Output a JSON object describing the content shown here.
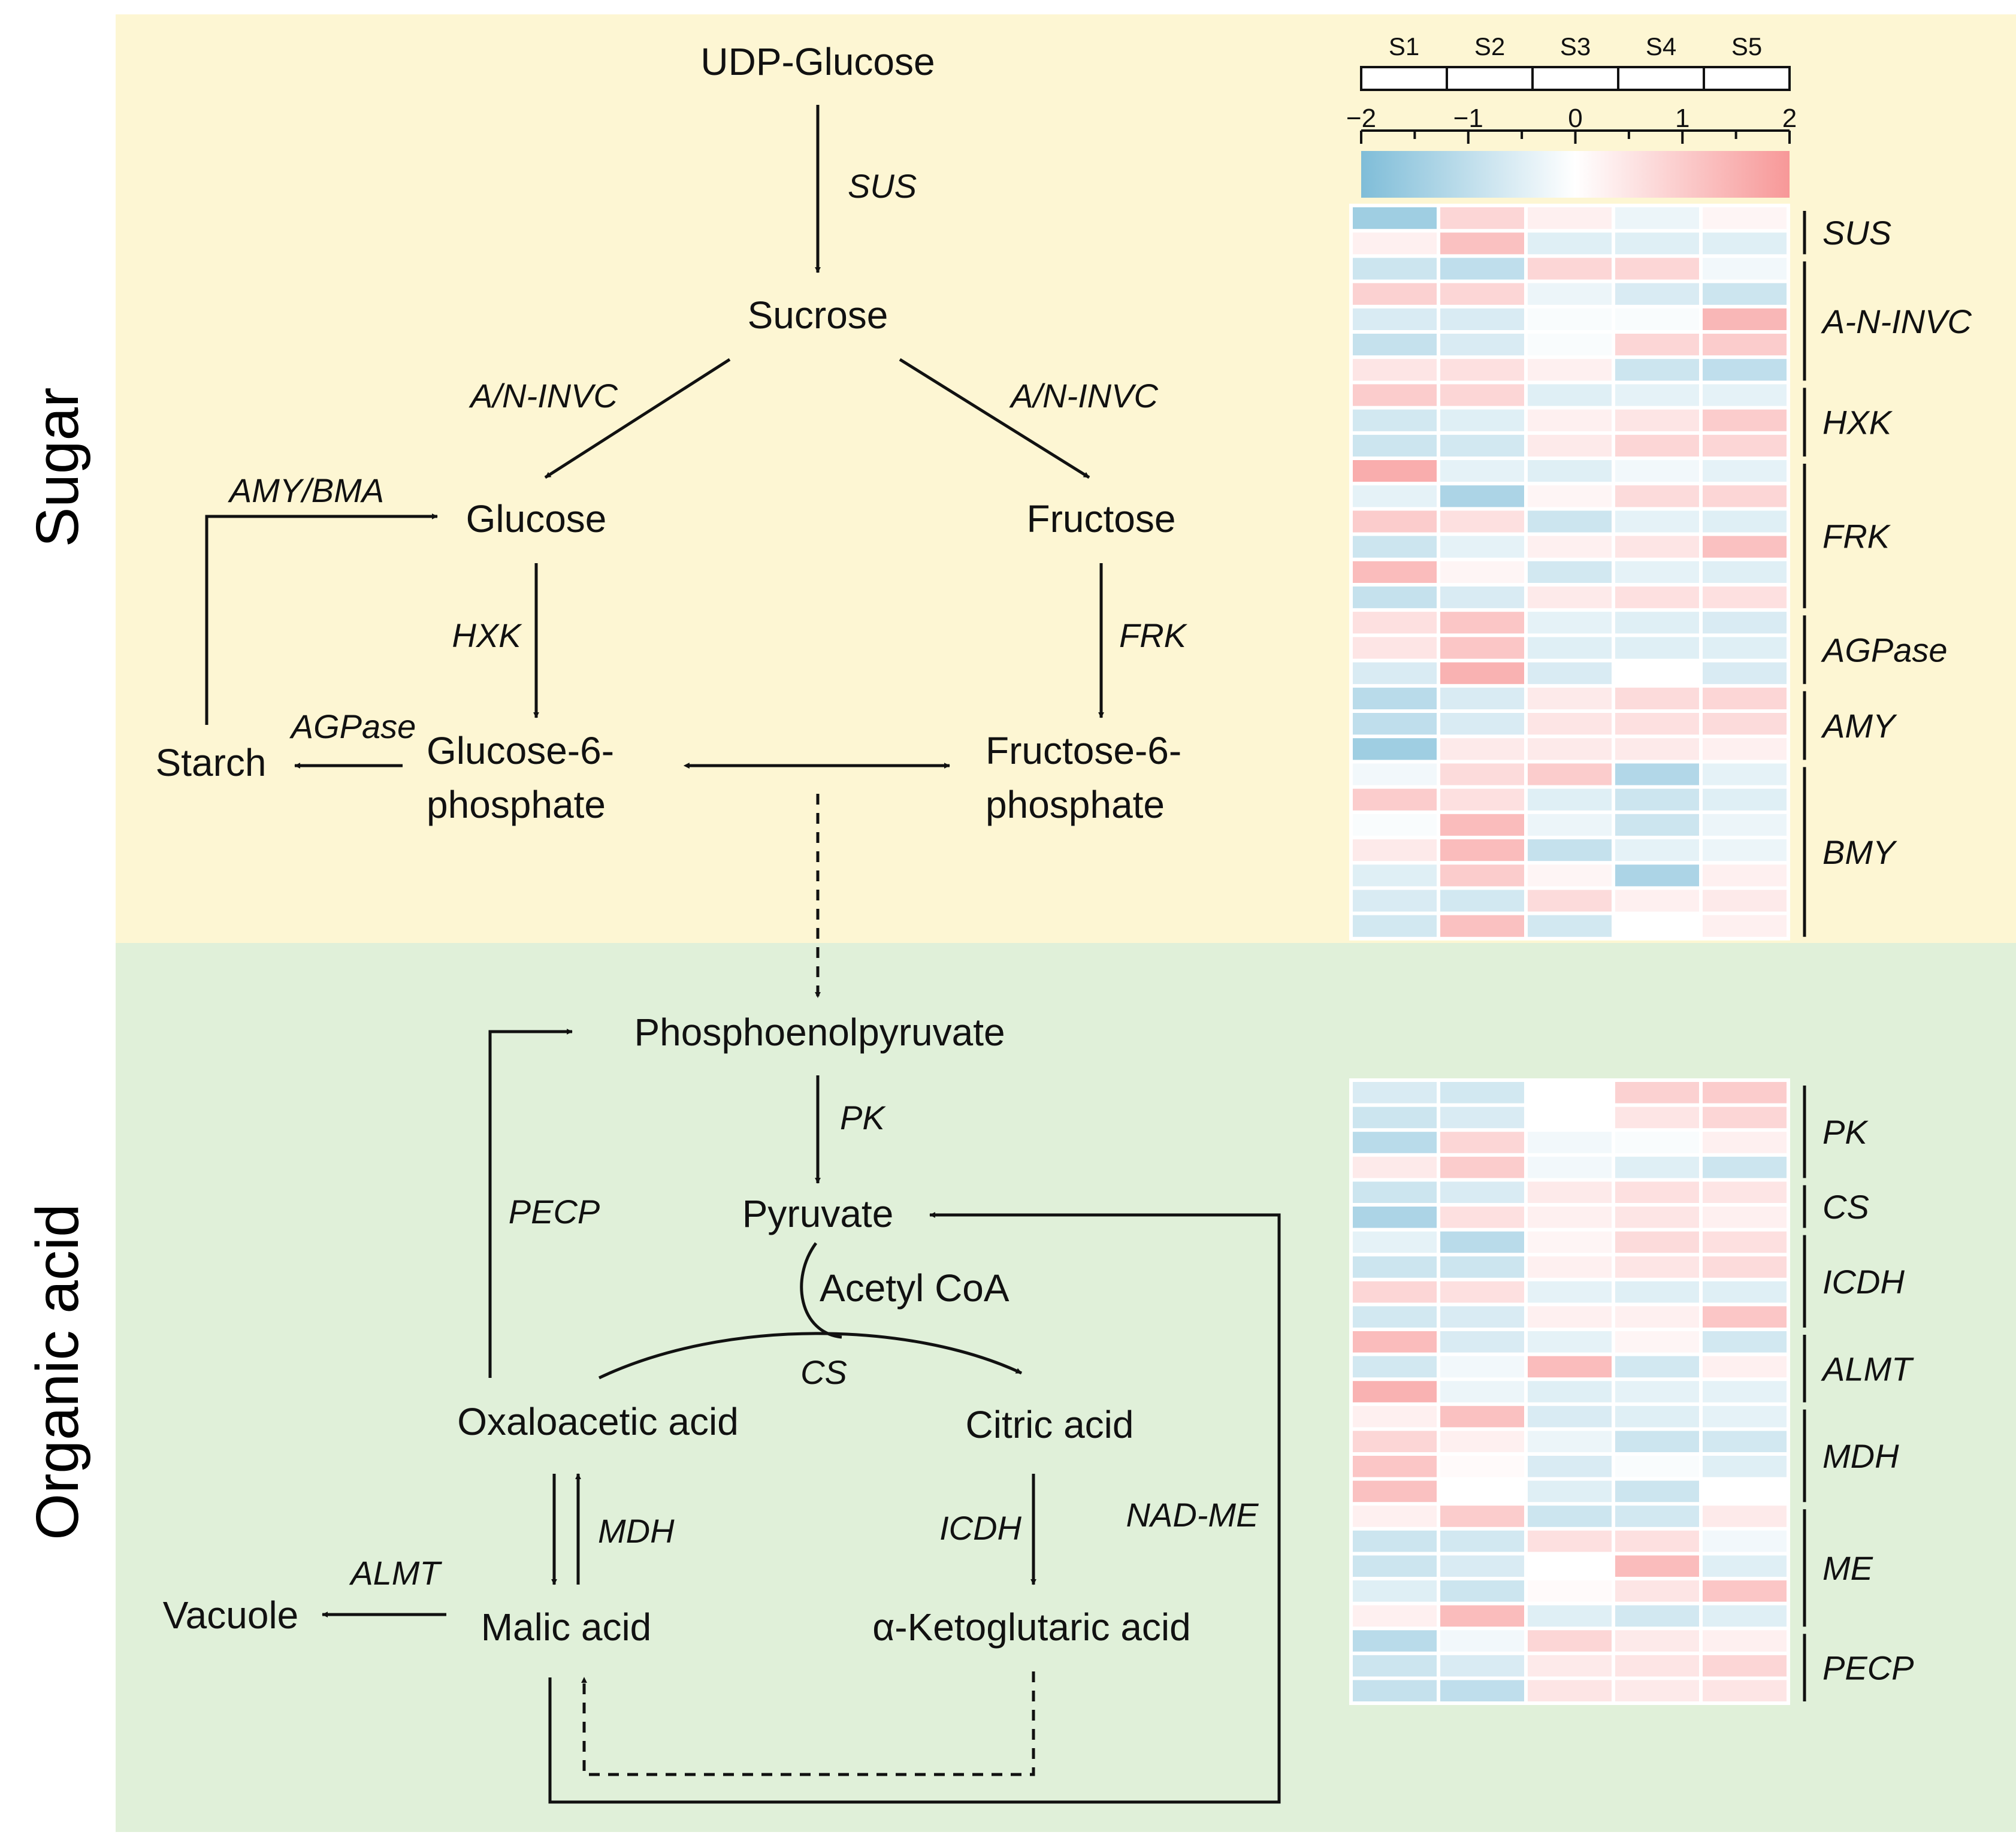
{
  "sections": {
    "sugar": "Sugar",
    "organic": "Organic acid"
  },
  "colors": {
    "sugar_bg": "#fdf6d3",
    "organic_bg": "#e0f0d9",
    "low": "#7fbdd8",
    "mid": "#ffffff",
    "high": "#f79898"
  },
  "nodes": {
    "udp_glucose": "UDP-Glucose",
    "sucrose": "Sucrose",
    "glucose": "Glucose",
    "fructose": "Fructose",
    "starch": "Starch",
    "g6p_1": "Glucose-6-",
    "g6p_2": "phosphate",
    "f6p_1": "Fructose-6-",
    "f6p_2": "phosphate",
    "pep": "Phosphoenolpyruvate",
    "pyruvate": "Pyruvate",
    "acetyl_coa": "Acetyl CoA",
    "oaa": "Oxaloacetic acid",
    "citric": "Citric acid",
    "malic": "Malic acid",
    "vacuole": "Vacuole",
    "akg": "α-Ketoglutaric acid"
  },
  "enzymes": {
    "sus": "SUS",
    "invc_left": "A/N-INVC",
    "invc_right": "A/N-INVC",
    "amy_bma": "AMY/BMA",
    "hxk": "HXK",
    "frk": "FRK",
    "agpase": "AGPase",
    "pk": "PK",
    "pecp": "PECP",
    "cs": "CS",
    "mdh": "MDH",
    "icdh": "ICDH",
    "nad_me": "NAD-ME",
    "almt": "ALMT"
  },
  "heatmap": {
    "samples": [
      "S1",
      "S2",
      "S3",
      "S4",
      "S5"
    ],
    "scale_ticks": [
      "−2",
      "−1",
      "0",
      "1",
      "2"
    ],
    "scale_range": [
      -2,
      2
    ],
    "sugar": {
      "rows": [
        [
          -1.5,
          0.8,
          0.3,
          -0.3,
          0.2
        ],
        [
          0.3,
          1.2,
          -0.5,
          -0.5,
          -0.5
        ],
        [
          -0.8,
          -1.0,
          0.8,
          0.8,
          -0.2
        ],
        [
          0.9,
          0.8,
          -0.3,
          -0.6,
          -0.8
        ],
        [
          -0.6,
          -0.6,
          -0.1,
          -0.1,
          1.4
        ],
        [
          -0.9,
          -0.6,
          -0.1,
          0.8,
          1.0
        ],
        [
          0.5,
          0.6,
          0.3,
          -0.8,
          -1.0
        ],
        [
          1.0,
          0.8,
          -0.5,
          -0.4,
          -0.4
        ],
        [
          -0.7,
          -0.5,
          0.3,
          0.5,
          1.0
        ],
        [
          -0.8,
          -0.7,
          0.4,
          0.8,
          0.8
        ],
        [
          1.6,
          -0.4,
          -0.5,
          -0.2,
          -0.4
        ],
        [
          -0.4,
          -1.3,
          0.2,
          0.7,
          0.8
        ],
        [
          1.0,
          0.6,
          -0.8,
          -0.4,
          -0.5
        ],
        [
          -0.8,
          -0.4,
          0.3,
          0.5,
          1.2
        ],
        [
          1.3,
          0.2,
          -0.7,
          -0.4,
          -0.5
        ],
        [
          -0.9,
          -0.6,
          0.4,
          0.6,
          0.6
        ],
        [
          0.6,
          1.1,
          -0.4,
          -0.5,
          -0.6
        ],
        [
          0.5,
          1.1,
          -0.5,
          -0.5,
          -0.5
        ],
        [
          -0.6,
          1.5,
          -0.6,
          0.0,
          -0.6
        ],
        [
          -1.1,
          -0.6,
          0.4,
          0.7,
          0.8
        ],
        [
          -1.0,
          -0.6,
          0.5,
          0.6,
          0.7
        ],
        [
          -1.5,
          0.4,
          0.4,
          0.4,
          0.3
        ],
        [
          -0.2,
          0.7,
          1.0,
          -1.2,
          -0.4
        ],
        [
          1.0,
          0.6,
          -0.5,
          -0.8,
          -0.5
        ],
        [
          -0.1,
          1.3,
          -0.3,
          -0.8,
          -0.3
        ],
        [
          0.4,
          1.3,
          -0.9,
          -0.4,
          -0.3
        ],
        [
          -0.5,
          1.0,
          0.2,
          -1.3,
          0.3
        ],
        [
          -0.6,
          -0.7,
          0.7,
          0.3,
          0.4
        ],
        [
          -0.7,
          1.2,
          -0.7,
          0.0,
          0.3
        ]
      ],
      "groups": [
        {
          "label": "SUS",
          "start": 0,
          "count": 2
        },
        {
          "label": "A-N-INVC",
          "start": 2,
          "count": 5
        },
        {
          "label": "HXK",
          "start": 7,
          "count": 3
        },
        {
          "label": "FRK",
          "start": 10,
          "count": 6
        },
        {
          "label": "AGPase",
          "start": 16,
          "count": 3
        },
        {
          "label": "AMY",
          "start": 19,
          "count": 3
        },
        {
          "label": "BMY",
          "start": 22,
          "count": 7
        }
      ]
    },
    "organic": {
      "rows": [
        [
          -0.6,
          -0.7,
          0.0,
          0.9,
          1.0
        ],
        [
          -0.8,
          -0.6,
          0.0,
          0.5,
          0.8
        ],
        [
          -1.1,
          0.8,
          -0.2,
          -0.1,
          0.3
        ],
        [
          0.4,
          1.0,
          -0.2,
          -0.5,
          -0.8
        ],
        [
          -0.8,
          -0.6,
          0.4,
          0.6,
          0.5
        ],
        [
          -1.3,
          0.6,
          0.3,
          0.5,
          0.3
        ],
        [
          -0.4,
          -1.1,
          0.2,
          0.7,
          0.6
        ],
        [
          -0.8,
          -0.8,
          0.3,
          0.5,
          0.7
        ],
        [
          0.8,
          0.6,
          -0.4,
          -0.5,
          -0.5
        ],
        [
          -0.7,
          -0.6,
          0.3,
          0.3,
          1.1
        ],
        [
          1.3,
          -0.6,
          -0.4,
          0.2,
          -0.7
        ],
        [
          -0.7,
          -0.2,
          1.3,
          -0.7,
          0.3
        ],
        [
          1.5,
          -0.3,
          -0.5,
          -0.4,
          -0.4
        ],
        [
          0.3,
          1.2,
          -0.6,
          -0.5,
          -0.4
        ],
        [
          0.8,
          0.3,
          -0.3,
          -0.8,
          -0.7
        ],
        [
          1.1,
          0.1,
          -0.6,
          -0.1,
          -0.5
        ],
        [
          1.2,
          0.0,
          -0.5,
          -0.8,
          0.0
        ],
        [
          0.3,
          1.0,
          -0.8,
          -0.7,
          0.4
        ],
        [
          -0.8,
          -0.7,
          0.6,
          0.6,
          -0.2
        ],
        [
          -0.8,
          -0.6,
          0.0,
          1.3,
          -0.5
        ],
        [
          -0.5,
          -0.8,
          0.1,
          0.5,
          1.1
        ],
        [
          0.3,
          1.3,
          -0.5,
          -0.7,
          -0.5
        ],
        [
          -1.1,
          -0.2,
          0.8,
          0.4,
          0.3
        ],
        [
          -0.8,
          -0.6,
          0.4,
          0.5,
          0.8
        ],
        [
          -0.9,
          -1.0,
          0.5,
          0.4,
          0.5
        ]
      ],
      "groups": [
        {
          "label": "PK",
          "start": 0,
          "count": 4
        },
        {
          "label": "CS",
          "start": 4,
          "count": 2
        },
        {
          "label": "ICDH",
          "start": 6,
          "count": 4
        },
        {
          "label": "ALMT",
          "start": 10,
          "count": 3
        },
        {
          "label": "MDH",
          "start": 13,
          "count": 4
        },
        {
          "label": "ME",
          "start": 17,
          "count": 5
        },
        {
          "label": "PECP",
          "start": 22,
          "count": 3
        }
      ]
    }
  }
}
